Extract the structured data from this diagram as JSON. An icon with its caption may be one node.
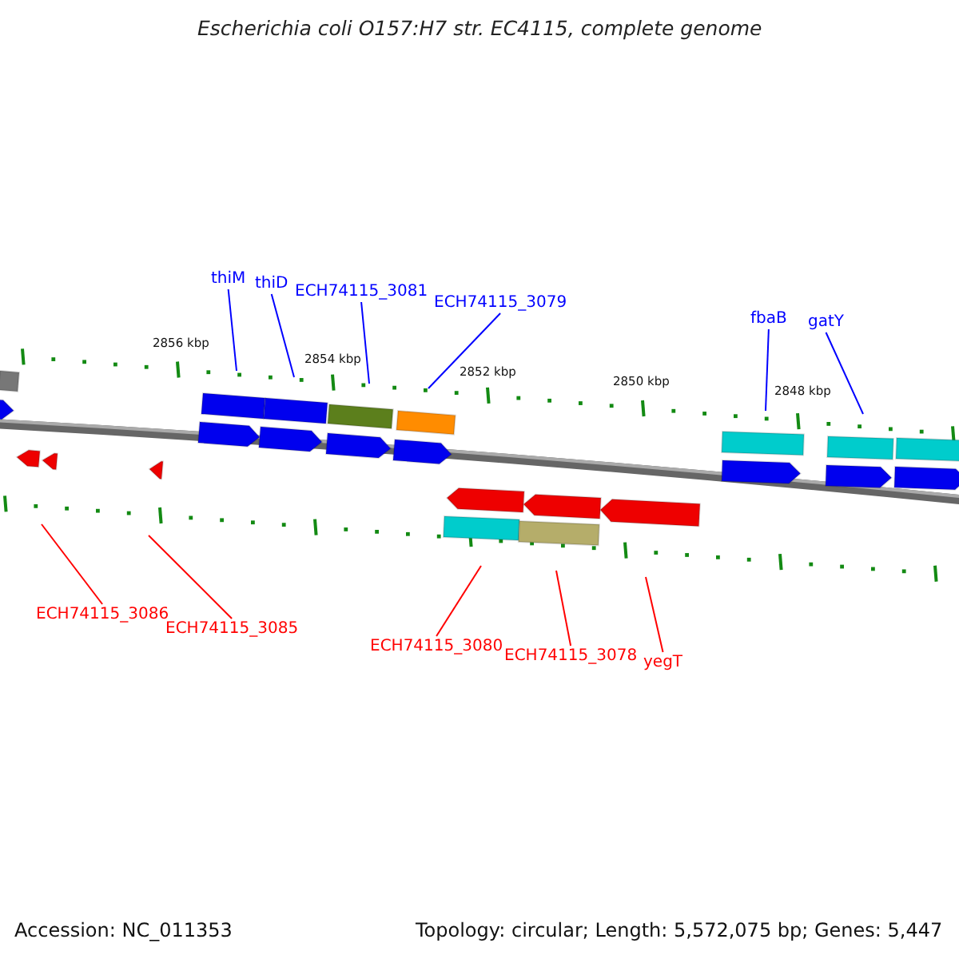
{
  "diagram": {
    "title": "Escherichia coli O157:H7 str. EC4115, complete genome",
    "nodes": [
      {
        "text": [
          "thiM"
        ]
      },
      {
        "text": [
          "thiD"
        ]
      },
      {
        "text": [
          "ECH74115_3081"
        ]
      },
      {
        "text": [
          "ECH74115_3079"
        ]
      },
      {
        "text": [
          "fbaB"
        ]
      },
      {
        "text": [
          "gatY"
        ]
      },
      {
        "text": [
          "ECH74115_3086"
        ]
      },
      {
        "text": [
          "ECH74115_3085"
        ]
      },
      {
        "text": [
          "ECH74115_3080"
        ]
      },
      {
        "text": [
          "ECH74115_3078"
        ]
      },
      {
        "text": [
          "yegT"
        ]
      }
    ],
    "edges": [
      {
        "from": 0,
        "to": null,
        "arrow": "none"
      },
      {
        "from": 1,
        "to": null,
        "arrow": "none"
      },
      {
        "from": 2,
        "to": null,
        "arrow": "none"
      },
      {
        "from": 3,
        "to": null,
        "arrow": "none"
      },
      {
        "from": 4,
        "to": null,
        "arrow": "none"
      },
      {
        "from": 5,
        "to": null,
        "arrow": "none"
      },
      {
        "from": 6,
        "to": null,
        "arrow": "none",
        "color": "#ff0000"
      },
      {
        "from": 7,
        "to": null,
        "arrow": "none",
        "color": "#ff0000"
      },
      {
        "from": 8,
        "to": null,
        "arrow": "none",
        "color": "#ff0000"
      },
      {
        "from": 9,
        "to": null,
        "arrow": "none",
        "color": "#ff0000"
      },
      {
        "from": 10,
        "to": null,
        "arrow": "none",
        "color": "#ff0000"
      }
    ],
    "labels": [
      "2856 kbp",
      "2854 kbp",
      "2852 kbp",
      "2850 kbp",
      "2848 kbp",
      "Accession: NC_011353",
      "Topology: circular; Length: 5,572,075 bp; Genes: 5,447"
    ]
  }
}
